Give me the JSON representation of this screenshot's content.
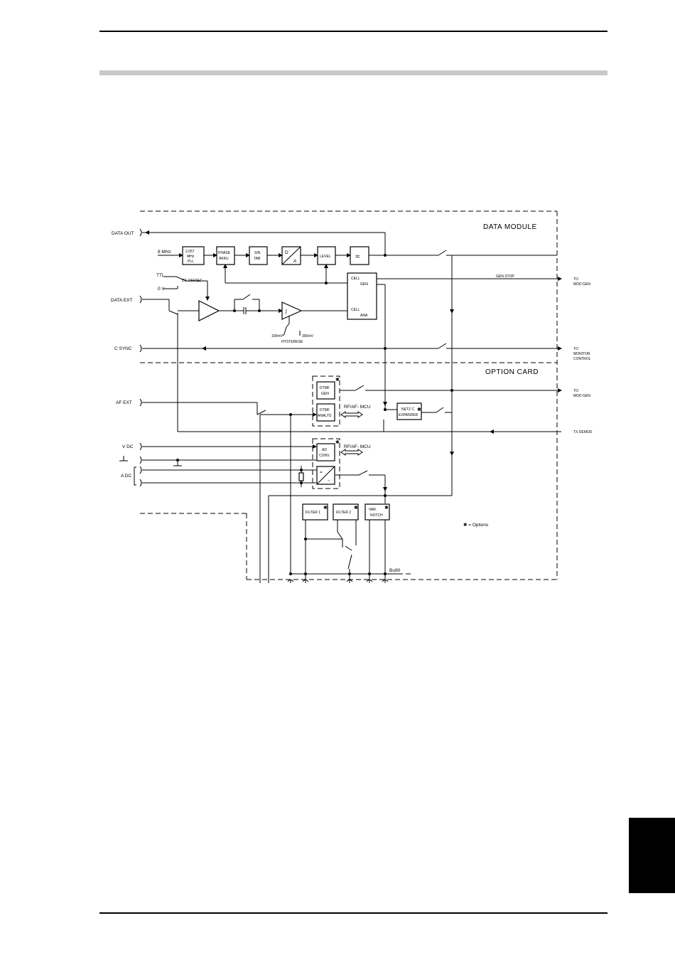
{
  "diagram": {
    "sections": {
      "data_module": "DATA MODULE",
      "option_card": "OPTION CARD"
    },
    "inputs": {
      "data_out": "DATA OUT",
      "mhz8": "8 MHz",
      "ttl": "TTL",
      "zero_v": "0 V",
      "data_ext": "DATA EXT",
      "c_sync": "C SYNC",
      "af_ext": "AF EXT",
      "v_dc": "V DC",
      "a_dc": "A DC"
    },
    "blocks": {
      "pll": [
        "2,057",
        "MHz",
        "PLL"
      ],
      "phase_akku": [
        "PHASE",
        "AKKU"
      ],
      "sin_tab": [
        "SIN",
        "TAB"
      ],
      "da": [
        "D",
        "A"
      ],
      "level": "LEVEL",
      "lowpass": "≈",
      "cell_gen": [
        "CELL",
        "GEN"
      ],
      "cell_ana": [
        "CELL",
        "ANA"
      ],
      "dtmf_gen": [
        "DTMF",
        "GEN"
      ],
      "dtmf_analys": [
        "DTMF",
        "ANALYS"
      ],
      "netz_expander": [
        "NETZ C",
        "EXPANDER"
      ],
      "ad_conv": [
        "AD",
        "CONV."
      ],
      "filter1": "FILTER 1",
      "filter2": "FILTER 2",
      "var_notch": [
        "VAR.",
        "NOTCH"
      ]
    },
    "labels": {
      "dc_offset": "DC OFFSET",
      "gen_stop": "GEN STOP",
      "mv100": "100mV",
      "mv300": "300mV",
      "hysterese": "HYSTERESE",
      "rf_af_mcu_1": "RF/AF- MCU",
      "rf_af_mcu_2": "RF/AF- MCU",
      "bu90": "Bu90",
      "options_note": "✱ = Options",
      "star": "✱"
    },
    "outputs": {
      "to_mod_gen_1": [
        "TO",
        "MOD GEN"
      ],
      "to_monitor": [
        "TO",
        "MONITOR",
        "CONTROL"
      ],
      "to_mod_gen_2": [
        "TO",
        "MOD GEN"
      ],
      "tx_demod": "TX DEMOD"
    }
  }
}
